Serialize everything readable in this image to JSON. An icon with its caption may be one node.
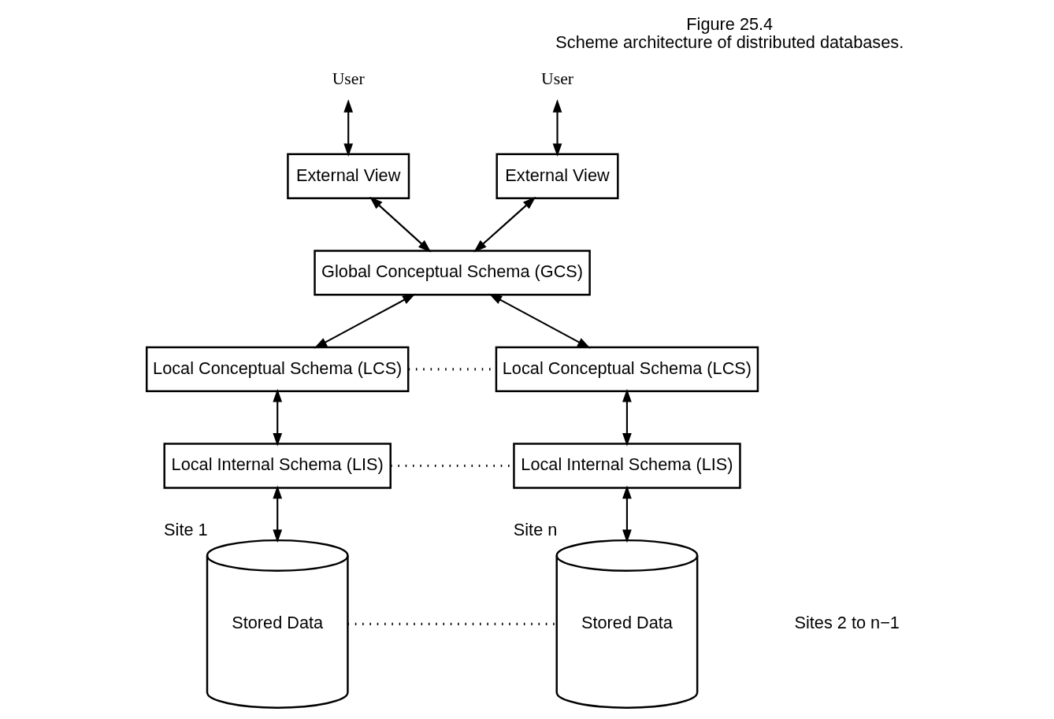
{
  "diagram": {
    "title": "Figure 25.4",
    "caption": "Scheme architecture of distributed databases.",
    "nodes": [
      {
        "text": [
          "User"
        ]
      },
      {
        "text": [
          "User"
        ]
      },
      {
        "text": [
          "External View"
        ]
      },
      {
        "text": [
          "External View"
        ]
      },
      {
        "text": [
          "Global Conceptual Schema (GCS)"
        ]
      },
      {
        "text": [
          "Local Conceptual Schema (LCS)"
        ]
      },
      {
        "text": [
          "Local Conceptual Schema (LCS)"
        ]
      },
      {
        "text": [
          "Local Internal Schema (LIS)"
        ]
      },
      {
        "text": [
          "Local Internal Schema (LIS)"
        ]
      },
      {
        "text": [
          "Stored Data"
        ],
        "beside": [
          "Site 1"
        ]
      },
      {
        "text": [
          "Stored Data"
        ],
        "beside": [
          "Site n"
        ]
      }
    ],
    "edges": [
      {
        "from": 0,
        "to": 2,
        "arrow": "both"
      },
      {
        "from": 1,
        "to": 3,
        "arrow": "both"
      },
      {
        "from": 2,
        "to": 4,
        "arrow": "both"
      },
      {
        "from": 3,
        "to": 4,
        "arrow": "both"
      },
      {
        "from": 4,
        "to": 5,
        "arrow": "both"
      },
      {
        "from": 4,
        "to": 6,
        "arrow": "both"
      },
      {
        "from": 5,
        "to": 6,
        "arrow": "none",
        "style": "dashed"
      },
      {
        "from": 5,
        "to": 7,
        "arrow": "both"
      },
      {
        "from": 6,
        "to": 8,
        "arrow": "both"
      },
      {
        "from": 7,
        "to": 8,
        "arrow": "none",
        "style": "dashed"
      },
      {
        "from": 7,
        "to": 9,
        "arrow": "both"
      },
      {
        "from": 8,
        "to": 10,
        "arrow": "both"
      },
      {
        "from": 9,
        "to": 10,
        "arrow": "none",
        "style": "dashed"
      }
    ],
    "labels": [
      "Sites 2 to n−1"
    ]
  }
}
